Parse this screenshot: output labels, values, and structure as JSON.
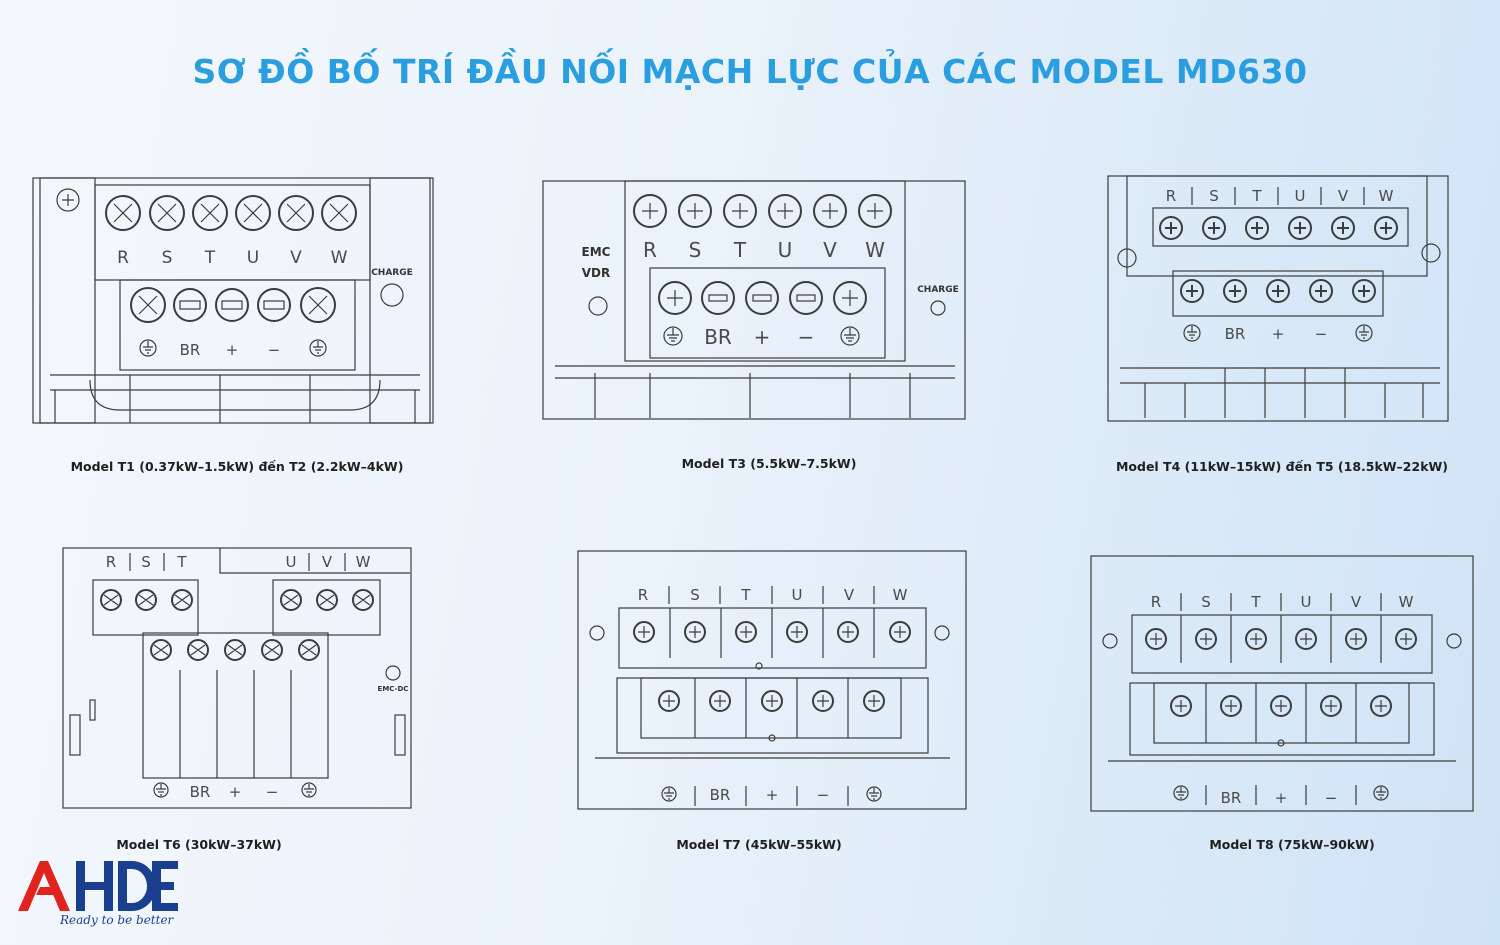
{
  "title": "SƠ ĐỒ BỐ TRÍ ĐẦU NỐI MẠCH LỰC CỦA CÁC MODEL MD630",
  "terminals": {
    "main": [
      "R",
      "S",
      "T",
      "U",
      "V",
      "W"
    ],
    "aux": [
      "BR",
      "+",
      "−"
    ]
  },
  "labels": {
    "charge": "CHARGE",
    "emc": "EMC",
    "vdr": "VDR",
    "emc_dc": "EMC-DC"
  },
  "models": [
    {
      "caption": "Model T1 (0.37kW–1.5kW) đến T2 (2.2kW–4kW)"
    },
    {
      "caption": "Model T3 (5.5kW–7.5kW)"
    },
    {
      "caption": "Model T4 (11kW–15kW) đến T5 (18.5kW–22kW)"
    },
    {
      "caption": "Model T6 (30kW–37kW)"
    },
    {
      "caption": "Model T7 (45kW–55kW)"
    },
    {
      "caption": "Model T8 (75kW–90kW)"
    }
  ],
  "logo": {
    "text": "AHDE",
    "tagline": "Ready to be better",
    "colors": {
      "red": "#e0231c",
      "blue": "#1b3f8f"
    }
  },
  "colors": {
    "title": "#2a9ee0",
    "line": "#3c3c3c"
  }
}
